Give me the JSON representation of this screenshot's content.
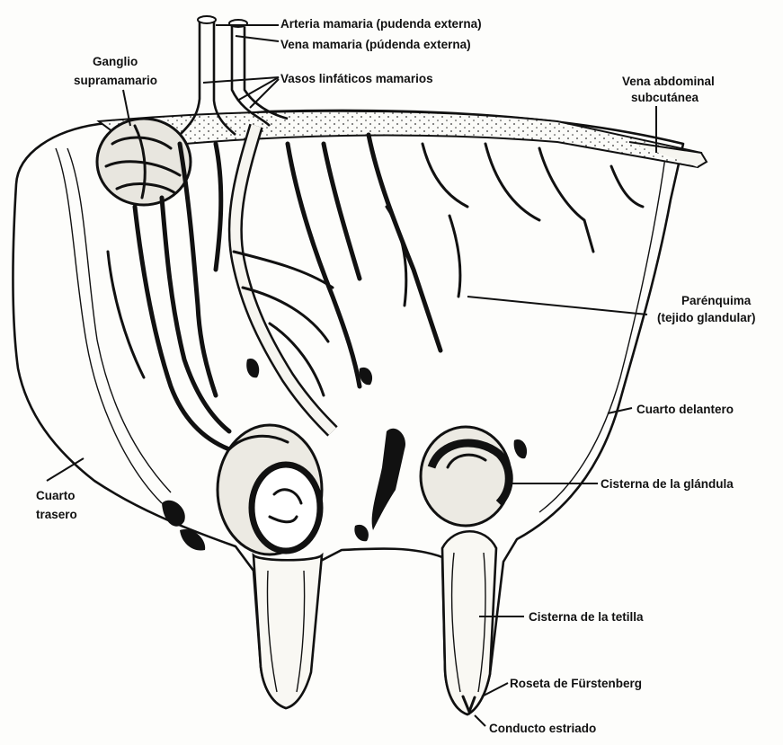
{
  "labels": {
    "arteria": "Arteria mamaria (pudenda externa)",
    "vena_mamaria": "Vena mamaria (púdenda externa)",
    "vasos": "Vasos linfáticos mamarios",
    "ganglio_1": "Ganglio",
    "ganglio_2": "supramamario",
    "vena_abd_1": "Vena abdominal",
    "vena_abd_2": "subcutánea",
    "parenquima_1": "Parénquima",
    "parenquima_2": "(tejido glandular)",
    "cuarto_delantero": "Cuarto delantero",
    "cuarto_trasero_1": "Cuarto",
    "cuarto_trasero_2": "trasero",
    "cisterna_glandula": "Cisterna de la glándula",
    "cisterna_tetilla": "Cisterna de la tetilla",
    "roseta": "Roseta de Fürstenberg",
    "conducto": "Conducto estriado"
  },
  "colors": {
    "ink": "#111111",
    "paper": "#fdfdfb",
    "tissue": "#f6f5f0"
  }
}
